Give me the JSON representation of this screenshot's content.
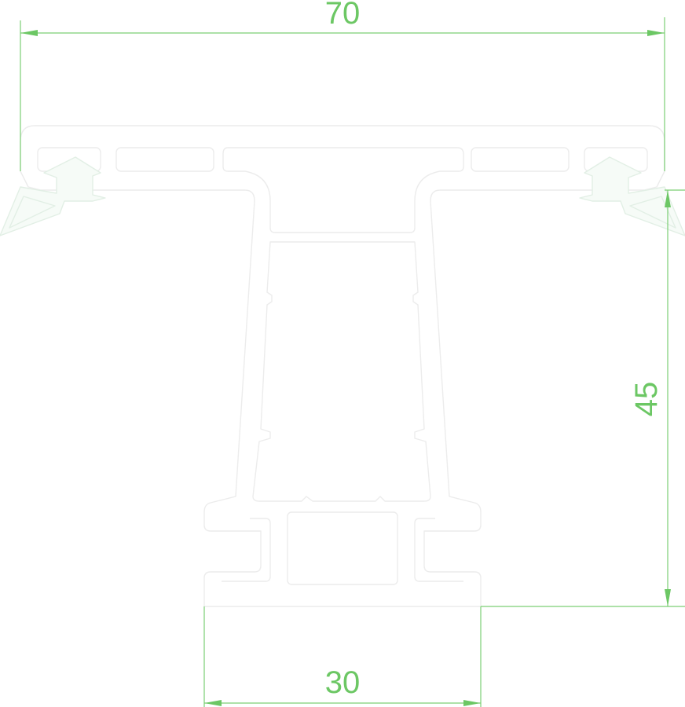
{
  "dimensions": {
    "overall_width": "70",
    "height": "45",
    "base_width": "30"
  },
  "colors": {
    "dimension": "#6cc764",
    "profile_outline": "#ececec",
    "gasket": "#e2efe5",
    "background": "#ffffff"
  }
}
